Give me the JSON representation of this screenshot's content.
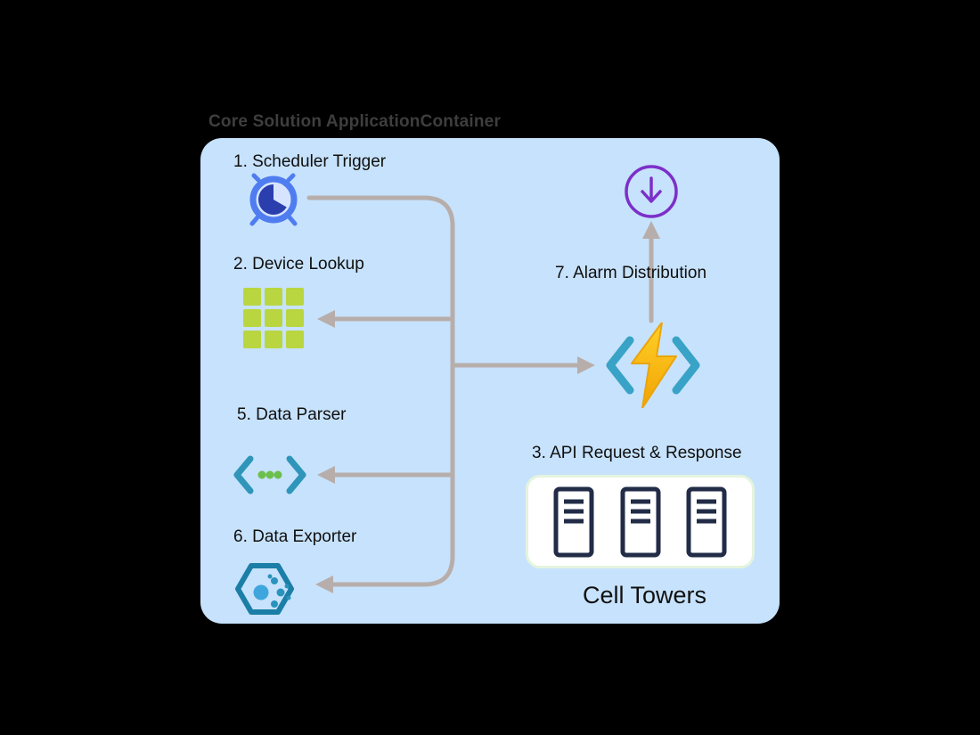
{
  "diagram": {
    "title": "Core Solution ApplicationContainer",
    "nodes": {
      "scheduler": {
        "label": "1. Scheduler Trigger",
        "icon": "alarm-clock-icon"
      },
      "device_lookup": {
        "label": "2. Device Lookup",
        "icon": "grid-icon"
      },
      "data_parser": {
        "label": "5. Data Parser",
        "icon": "code-dots-icon"
      },
      "data_exporter": {
        "label": "6. Data Exporter",
        "icon": "hexagon-export-icon"
      },
      "alarm_distribution": {
        "label": "7. Alarm Distribution",
        "icon": "download-circle-icon"
      },
      "api_request": {
        "label": "3. API Request & Response",
        "icon": "server-icon"
      },
      "cell_towers": {
        "label": "Cell Towers"
      },
      "functions_core": {
        "icon": "lightning-functions-icon"
      }
    },
    "colors": {
      "page_background": "#000000",
      "container_background": "#c7e2fc",
      "title_text": "#3e3e3e",
      "label_text": "#0f0f0f",
      "arrow": "#b7aeab",
      "clock_blue": "#4f7df0",
      "clock_face": "#d6e4ff",
      "clock_pie": "#2b3eae",
      "grid_green": "#b9d640",
      "teal": "#2f96ba",
      "dot_green": "#6cbf4c",
      "bolt_yellow": "#ffc41f",
      "purple": "#7c2fc9",
      "server_navy": "#222c47",
      "towers_box": "#ffffff"
    }
  }
}
